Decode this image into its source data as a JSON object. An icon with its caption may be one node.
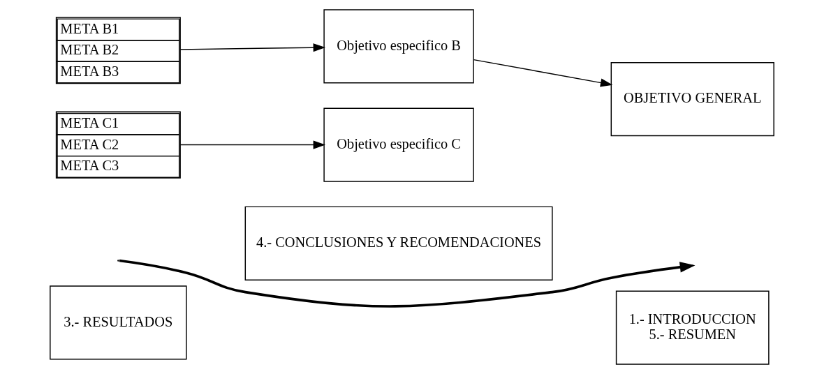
{
  "diagram": {
    "nodes": [
      {
        "text": [
          "META B1",
          "META B2",
          "META B3"
        ]
      },
      {
        "text": [
          "Objetivo especifico B"
        ]
      },
      {
        "text": [
          "OBJETIVO GENERAL"
        ]
      },
      {
        "text": [
          "META C1",
          "META C2",
          "META C3"
        ]
      },
      {
        "text": [
          "Objetivo especifico C"
        ]
      },
      {
        "text": [
          "3.- RESULTADOS"
        ]
      },
      {
        "text": [
          "4.- CONCLUSIONES Y RECOMENDACIONES"
        ]
      },
      {
        "text": [
          "1.- INTRODUCCION",
          "5.- RESUMEN"
        ]
      }
    ],
    "edges": [
      {
        "from": 0,
        "to": 1,
        "arrow": "to"
      },
      {
        "from": 1,
        "to": 2,
        "arrow": "to"
      },
      {
        "from": 3,
        "to": 4,
        "arrow": "to"
      }
    ]
  }
}
